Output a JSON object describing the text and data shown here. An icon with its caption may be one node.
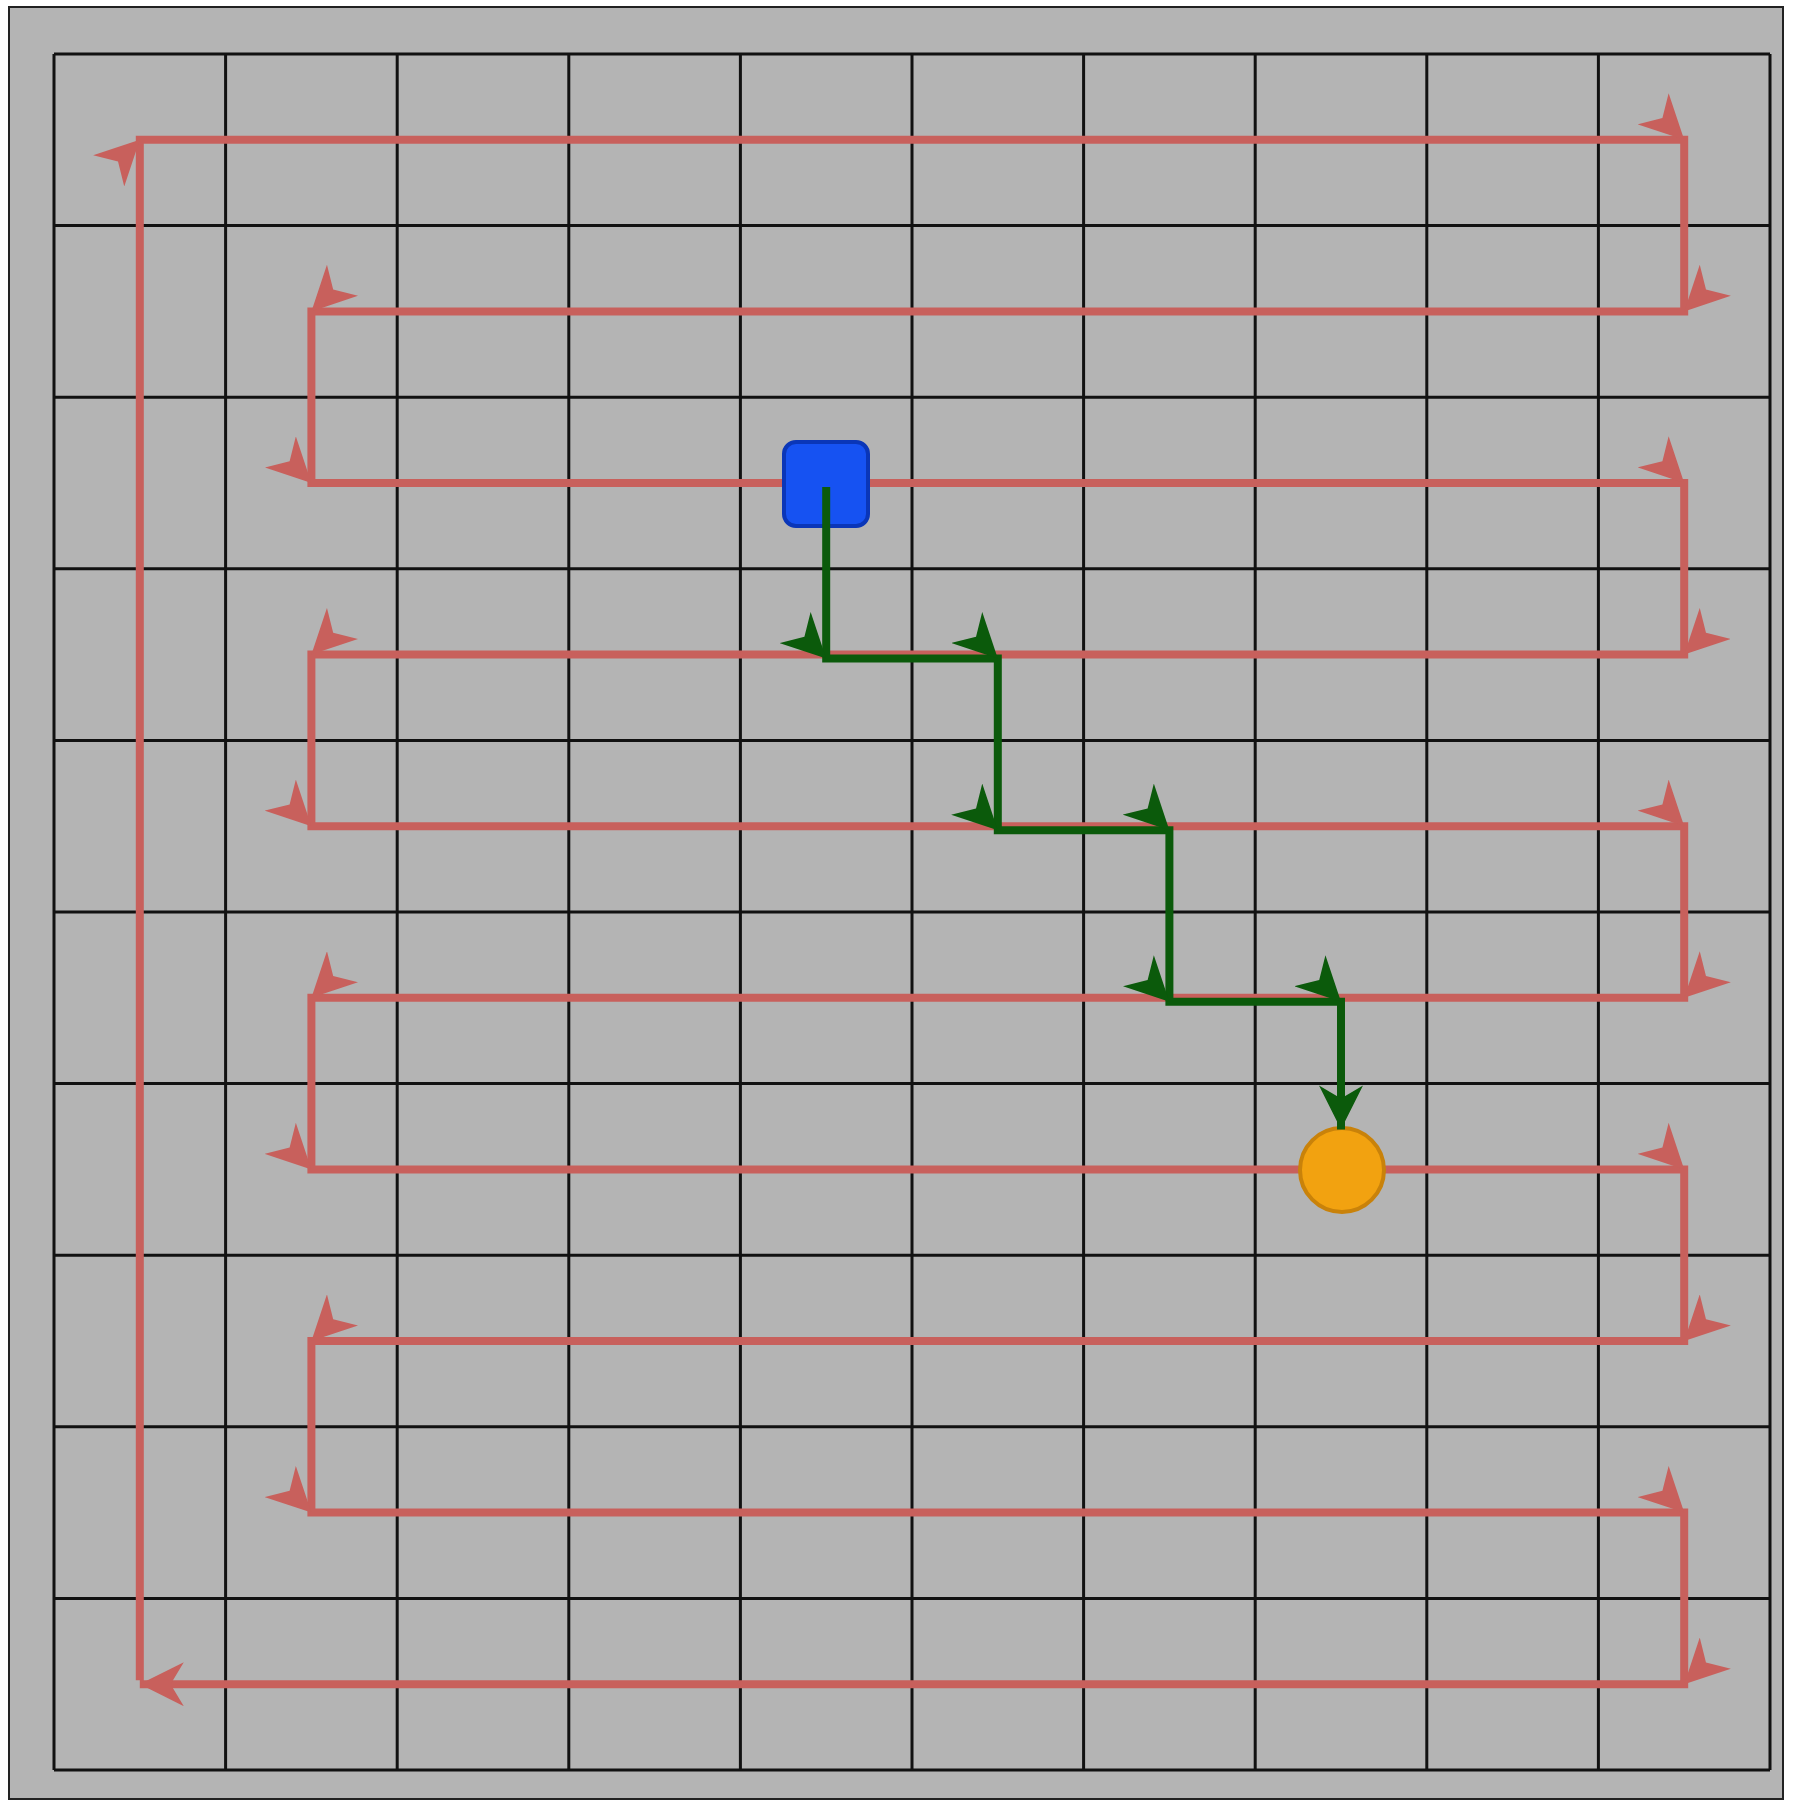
{
  "diagram": {
    "nodes": [
      {
        "text": [],
        "shape": "box"
      },
      {
        "text": [],
        "shape": "circle"
      }
    ],
    "edges": [
      {
        "from": 0,
        "to": 1,
        "arrow": "to"
      }
    ]
  }
}
